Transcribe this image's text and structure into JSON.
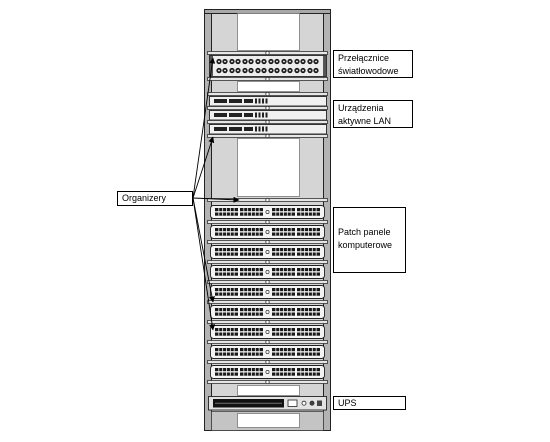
{
  "labels": {
    "fiber_switches": [
      "Przełącznice",
      "światłowodowe"
    ],
    "lan_devices": [
      "Urządzenia",
      "aktywne LAN"
    ],
    "patch_panels": [
      "Patch panele",
      "komputerowe"
    ],
    "ups": "UPS",
    "organizers": "Organizery"
  }
}
